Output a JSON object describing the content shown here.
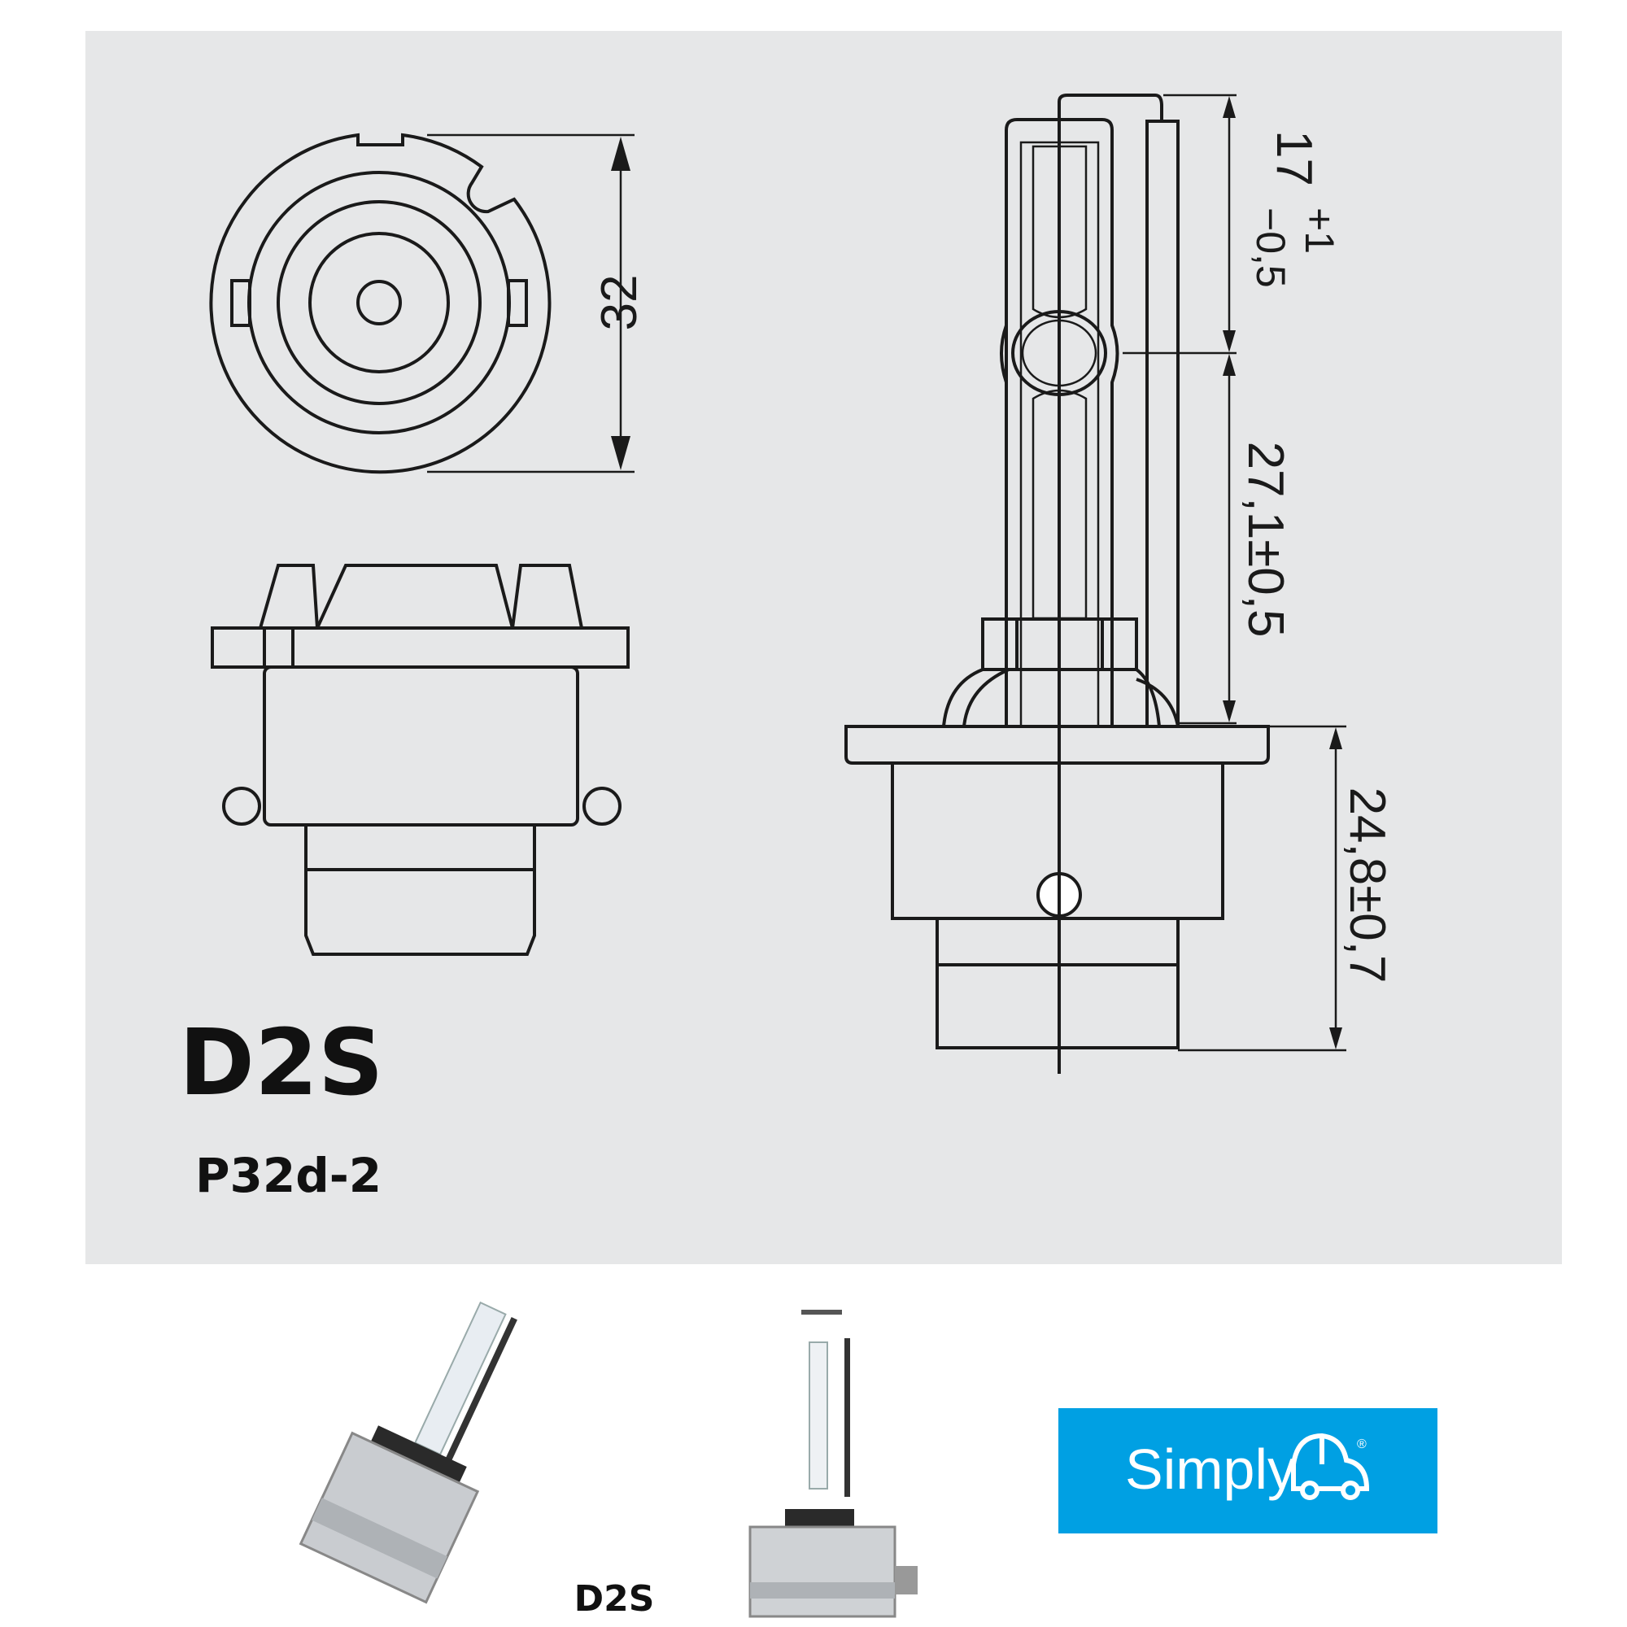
{
  "diagram": {
    "background_color": "#e6e7e8",
    "dimension_diameter": "32",
    "dimension_top_main": "17",
    "dimension_top_plus": "+1",
    "dimension_top_minus": "−0,5",
    "dimension_middle": "27,1±0,5",
    "dimension_base": "24,8±0,7",
    "bulb_type": "D2S",
    "base_type": "P32d-2"
  },
  "products": {
    "label": "D2S"
  },
  "brand": {
    "name": "Simply",
    "registered": "®",
    "color": "#00a0e3"
  }
}
